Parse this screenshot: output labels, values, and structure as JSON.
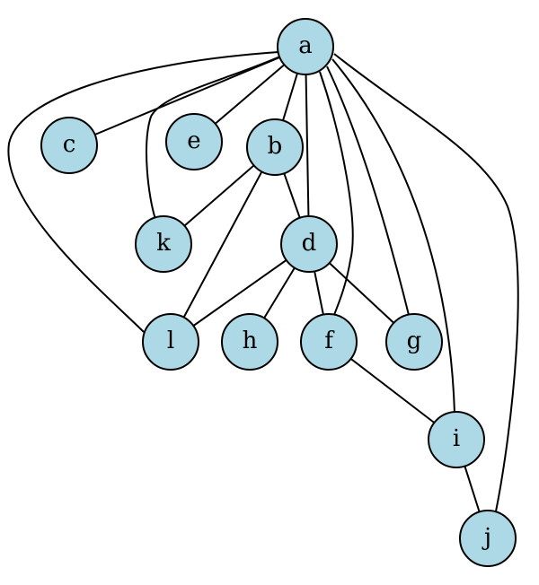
{
  "diagram": {
    "node_fill": "#add8e6",
    "stroke_color": "#000000",
    "nodes": [
      {
        "id": "a",
        "label": "a"
      },
      {
        "id": "c",
        "label": "c"
      },
      {
        "id": "e",
        "label": "e"
      },
      {
        "id": "b",
        "label": "b"
      },
      {
        "id": "k",
        "label": "k"
      },
      {
        "id": "d",
        "label": "d"
      },
      {
        "id": "l",
        "label": "l"
      },
      {
        "id": "h",
        "label": "h"
      },
      {
        "id": "f",
        "label": "f"
      },
      {
        "id": "g",
        "label": "g"
      },
      {
        "id": "i",
        "label": "i"
      },
      {
        "id": "j",
        "label": "j"
      }
    ],
    "edges": [
      {
        "from": "a",
        "to": "c"
      },
      {
        "from": "a",
        "to": "e"
      },
      {
        "from": "a",
        "to": "b"
      },
      {
        "from": "a",
        "to": "k"
      },
      {
        "from": "a",
        "to": "l"
      },
      {
        "from": "a",
        "to": "d"
      },
      {
        "from": "a",
        "to": "f"
      },
      {
        "from": "a",
        "to": "g"
      },
      {
        "from": "a",
        "to": "i"
      },
      {
        "from": "a",
        "to": "j"
      },
      {
        "from": "b",
        "to": "k"
      },
      {
        "from": "b",
        "to": "l"
      },
      {
        "from": "b",
        "to": "d"
      },
      {
        "from": "d",
        "to": "l"
      },
      {
        "from": "d",
        "to": "h"
      },
      {
        "from": "d",
        "to": "f"
      },
      {
        "from": "d",
        "to": "g"
      },
      {
        "from": "f",
        "to": "i"
      },
      {
        "from": "i",
        "to": "j"
      }
    ]
  }
}
